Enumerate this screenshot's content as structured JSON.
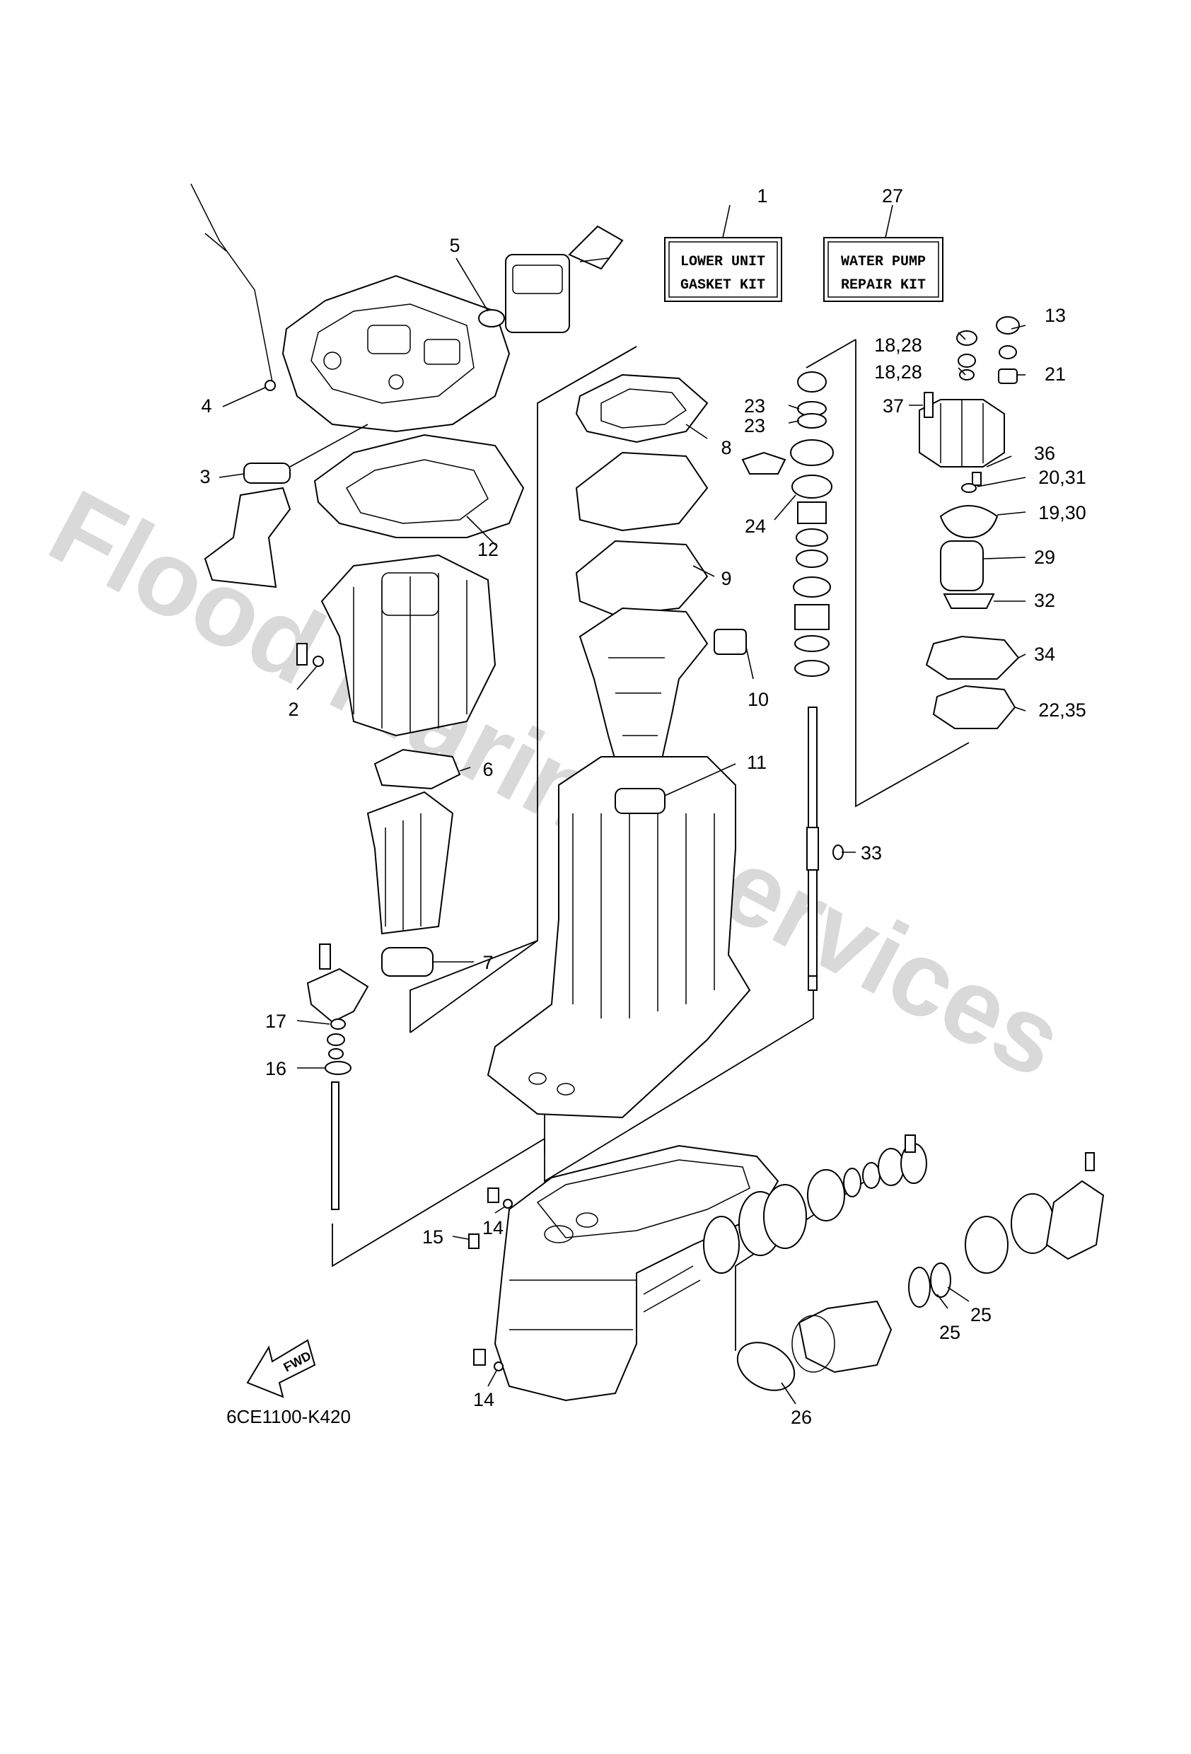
{
  "watermark": "Flood Marine Services",
  "kits": [
    {
      "number": "1",
      "line1": "LOWER UNIT",
      "line2": "GASKET KIT"
    },
    {
      "number": "27",
      "line1": "WATER PUMP",
      "line2": "REPAIR KIT"
    }
  ],
  "callouts": [
    {
      "id": "c1",
      "text": "1"
    },
    {
      "id": "c2",
      "text": "2"
    },
    {
      "id": "c3",
      "text": "3"
    },
    {
      "id": "c4",
      "text": "4"
    },
    {
      "id": "c5",
      "text": "5"
    },
    {
      "id": "c6",
      "text": "6"
    },
    {
      "id": "c7",
      "text": "7"
    },
    {
      "id": "c8",
      "text": "8"
    },
    {
      "id": "c9",
      "text": "9"
    },
    {
      "id": "c10",
      "text": "10"
    },
    {
      "id": "c11",
      "text": "11"
    },
    {
      "id": "c12",
      "text": "12"
    },
    {
      "id": "c13",
      "text": "13"
    },
    {
      "id": "c14a",
      "text": "14"
    },
    {
      "id": "c14b",
      "text": "14"
    },
    {
      "id": "c15",
      "text": "15"
    },
    {
      "id": "c16",
      "text": "16"
    },
    {
      "id": "c17",
      "text": "17"
    },
    {
      "id": "c18a",
      "text": "18,28"
    },
    {
      "id": "c18b",
      "text": "18,28"
    },
    {
      "id": "c19",
      "text": "19,30"
    },
    {
      "id": "c20",
      "text": "20,31"
    },
    {
      "id": "c21",
      "text": "21"
    },
    {
      "id": "c22",
      "text": "22,35"
    },
    {
      "id": "c23a",
      "text": "23"
    },
    {
      "id": "c23b",
      "text": "23"
    },
    {
      "id": "c24",
      "text": "24"
    },
    {
      "id": "c25a",
      "text": "25"
    },
    {
      "id": "c25b",
      "text": "25"
    },
    {
      "id": "c26",
      "text": "26"
    },
    {
      "id": "c27",
      "text": "27"
    },
    {
      "id": "c29",
      "text": "29"
    },
    {
      "id": "c32",
      "text": "32"
    },
    {
      "id": "c33",
      "text": "33"
    },
    {
      "id": "c34",
      "text": "34"
    },
    {
      "id": "c36",
      "text": "36"
    },
    {
      "id": "c37",
      "text": "37"
    }
  ],
  "fwd_label": "FWD",
  "diagram_code": "6CE1100-K420"
}
